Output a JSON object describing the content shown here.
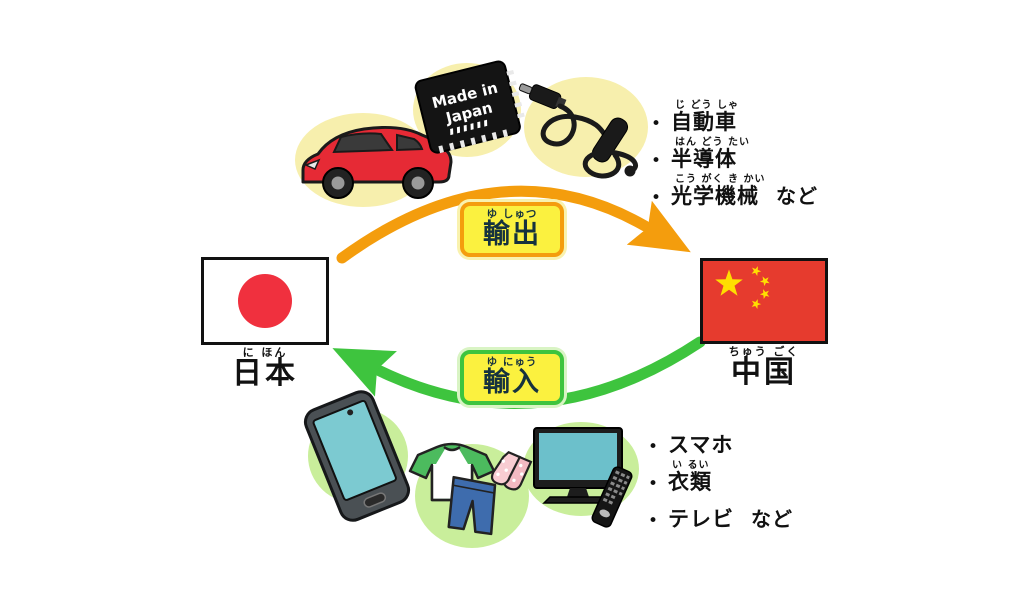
{
  "ui": {
    "bullet": "•"
  },
  "badges": {
    "export": {
      "furigana": "ゆ しゅつ",
      "text": "輸出"
    },
    "import": {
      "furigana": "ゆ にゅう",
      "text": "輸入"
    }
  },
  "countries": {
    "japan": {
      "furigana": "に ほん",
      "name": "日本"
    },
    "china": {
      "furigana": "ちゅう ごく",
      "name": "中国"
    }
  },
  "chip": {
    "line1": "Made in",
    "line2": "Japan"
  },
  "lists": {
    "exports": {
      "items": [
        {
          "furigana": "じ どう しゃ",
          "text": "自動車",
          "suffix": ""
        },
        {
          "furigana": "はん どう たい",
          "text": "半導体",
          "suffix": ""
        },
        {
          "furigana": "こう がく き かい",
          "text": "光学機械",
          "suffix": "など"
        }
      ]
    },
    "imports": {
      "items": [
        {
          "furigana": "",
          "text": "スマホ",
          "suffix": ""
        },
        {
          "furigana": "い るい",
          "text": "衣類",
          "suffix": ""
        },
        {
          "furigana": "",
          "text": "テレビ",
          "suffix": "など"
        }
      ]
    }
  },
  "colors": {
    "export_arrow_orange": "#f49d0d",
    "import_arrow_green": "#3ec43e",
    "badge_yellow": "#fbf13f",
    "ellipse_yellow": "#f7efad",
    "ellipse_green": "#c9ee9b",
    "japan_sun_red": "#f0303e",
    "china_flag_red": "#e63b2e",
    "china_star_yellow": "#ffde00",
    "badge_text_navy": "#16323e"
  }
}
